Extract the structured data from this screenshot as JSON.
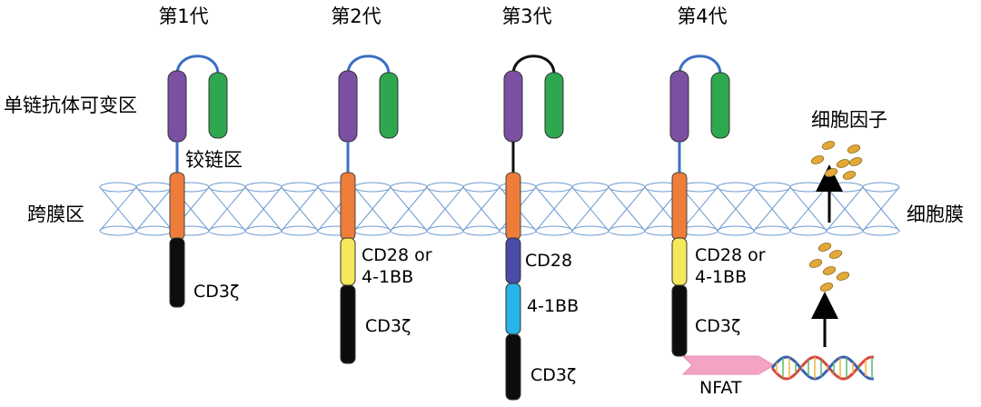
{
  "generations": [
    {
      "title": "第1代",
      "segments": [
        "CD3ζ"
      ]
    },
    {
      "title": "第2代",
      "segments": [
        "CD28 or\n4-1BB",
        "CD3ζ"
      ]
    },
    {
      "title": "第3代",
      "segments": [
        "CD28",
        "4-1BB",
        "CD3ζ"
      ]
    },
    {
      "title": "第4代",
      "segments": [
        "CD28 or\n4-1BB",
        "CD3ζ"
      ]
    }
  ],
  "labels": {
    "scfv": "单链抗体可变区",
    "hinge": "铰链区",
    "transmembrane": "跨膜区",
    "membrane": "细胞膜",
    "cytokine": "细胞因子",
    "nfat": "NFAT"
  },
  "colors": {
    "vh": "#7b4fa2",
    "vl": "#2ea84f",
    "linker": "#3a6fc4",
    "linker_gen3": "#111111",
    "transmembrane": "#ee7d3a",
    "cd28_or_41bb": "#f5e85a",
    "cd28": "#4a4aa8",
    "41bb": "#27b4e6",
    "cd3z": "#0d0d0d",
    "membrane_line": "#6f9bd1",
    "cytokine": "#e3a83a",
    "nfat": "#f5a3c5"
  }
}
